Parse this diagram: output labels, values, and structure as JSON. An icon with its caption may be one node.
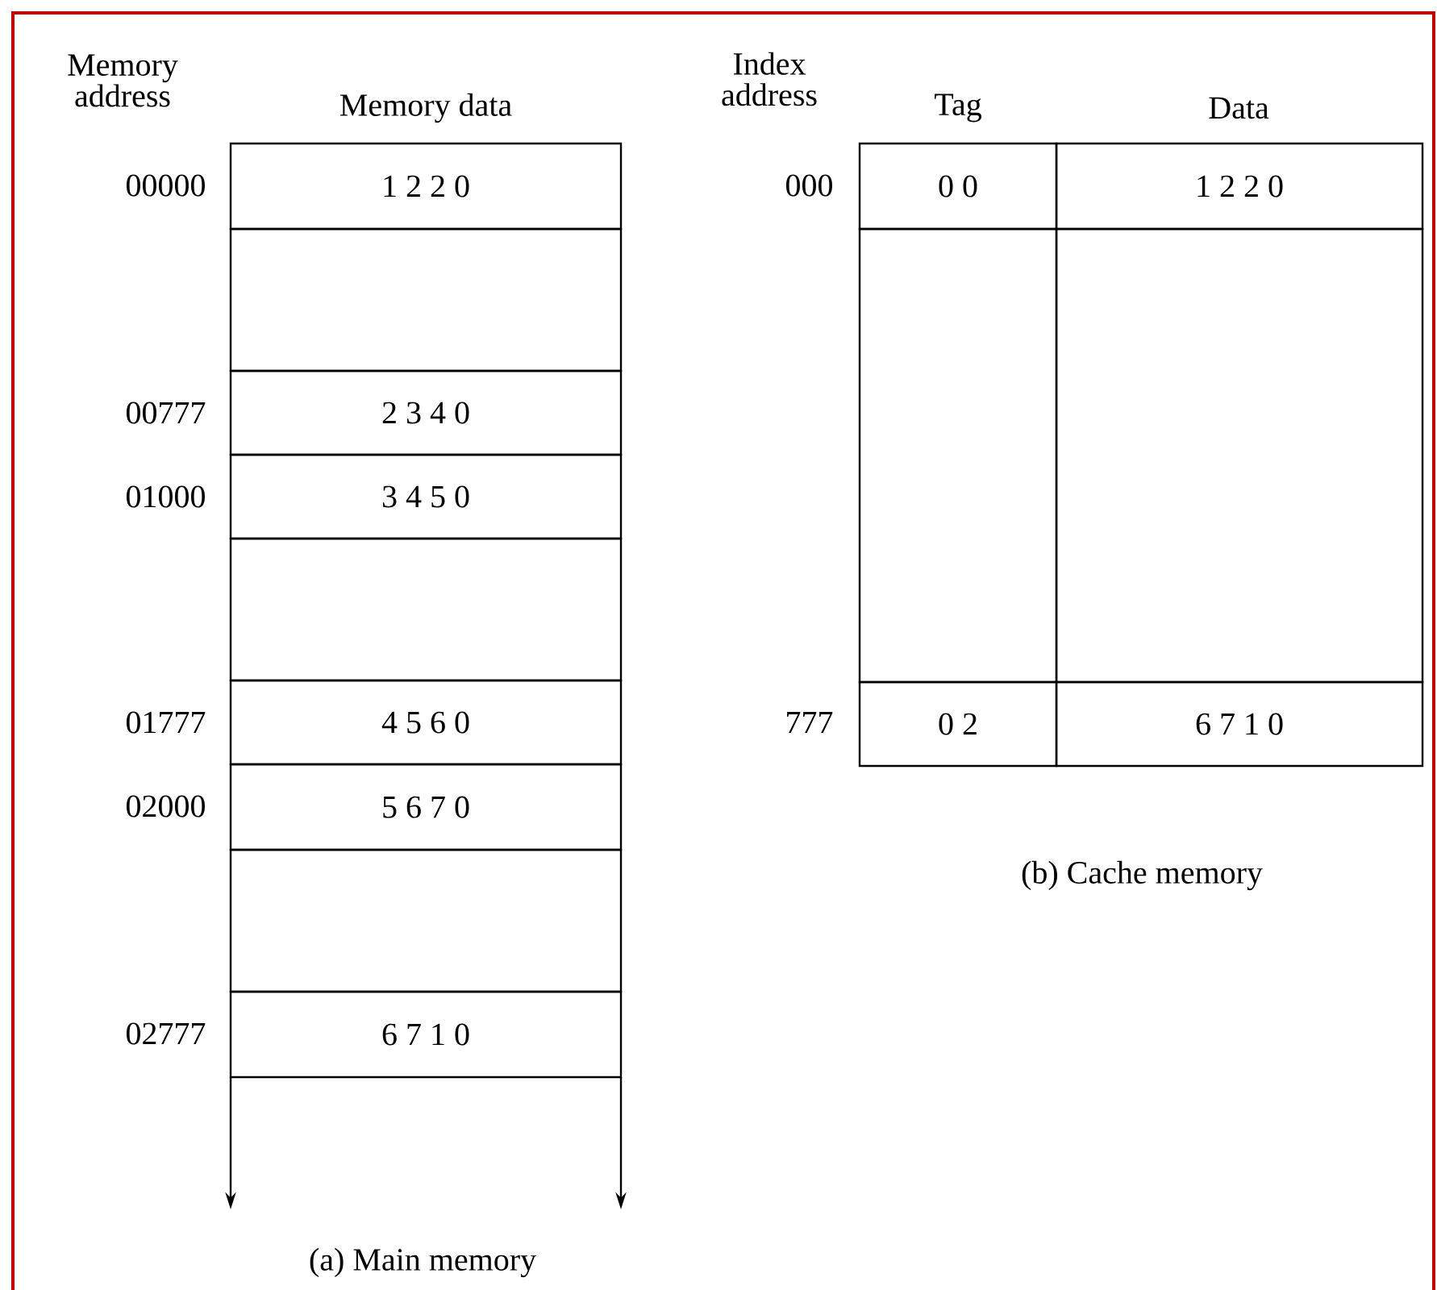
{
  "diagram": {
    "nodes": [
      {
        "text": [
          "1 2 2 0"
        ]
      },
      {
        "text": [],
        "shape": "box"
      },
      {
        "text": [
          "2 3 4 0"
        ]
      },
      {
        "text": [
          "3 4 5 0"
        ]
      },
      {
        "text": [],
        "shape": "box"
      },
      {
        "text": [
          "4 5 6 0"
        ]
      },
      {
        "text": [
          "5 6 7 0"
        ]
      },
      {
        "text": [],
        "shape": "box"
      },
      {
        "text": [
          "6 7 1 0"
        ]
      },
      {
        "text": [
          "0 0"
        ]
      },
      {
        "text": [
          "1 2 2 0"
        ]
      },
      {
        "text": [],
        "shape": "box"
      },
      {
        "text": [],
        "shape": "box"
      },
      {
        "text": [
          "0 2"
        ]
      },
      {
        "text": [
          "6 7 1 0"
        ]
      }
    ],
    "labels": [
      "Memory address",
      "Memory data",
      "Index address",
      "Tag",
      "Data",
      "00000",
      "000",
      "00777",
      "01000",
      "01777",
      "777",
      "02000",
      "02777",
      "(b) Cache memory",
      "(a) Main memory"
    ]
  }
}
